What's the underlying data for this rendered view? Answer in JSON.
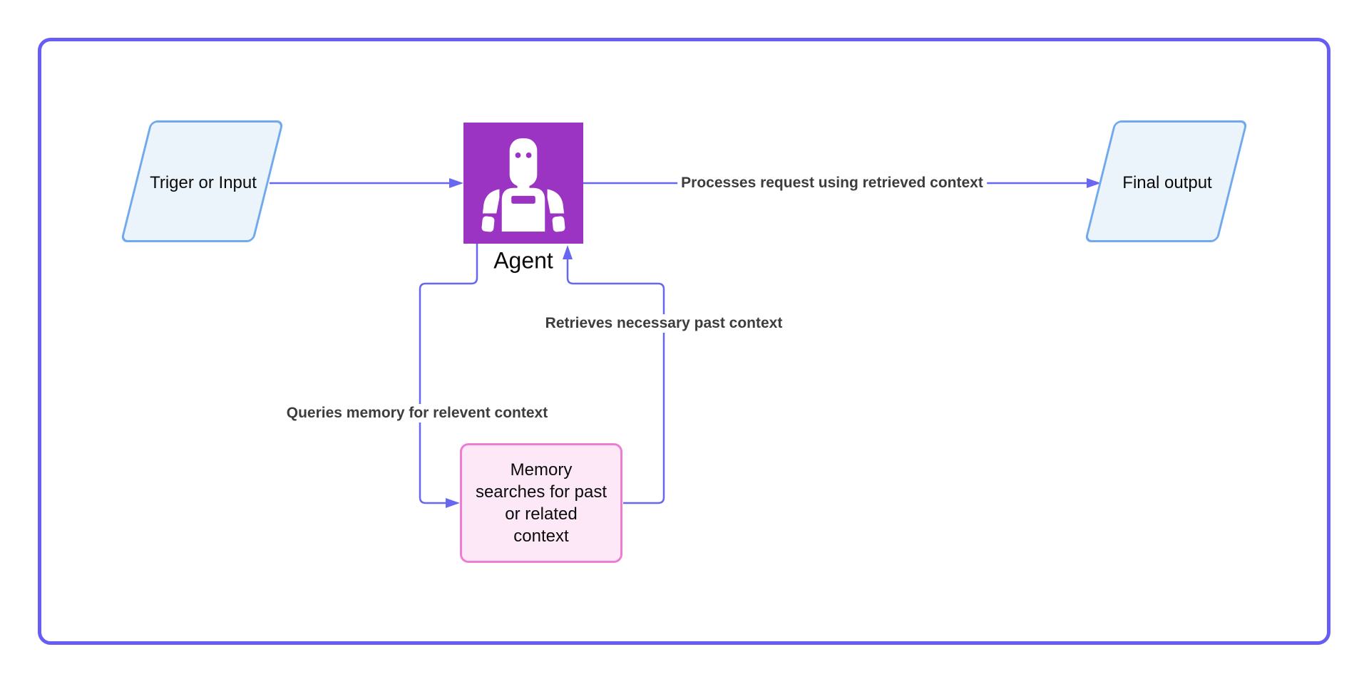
{
  "diagram": {
    "nodes": {
      "trigger": {
        "label": "Triger or Input",
        "shape": "parallelogram"
      },
      "agent": {
        "label": "Agent",
        "icon": "robot-icon"
      },
      "memory": {
        "lines": [
          "Memory",
          "searches for past",
          "or related",
          "context"
        ],
        "shape": "rounded-rectangle"
      },
      "final": {
        "label": "Final output",
        "shape": "parallelogram"
      }
    },
    "edges": {
      "trigger_to_agent": {
        "label": ""
      },
      "agent_to_final": {
        "label": "Processes request using retrieved context"
      },
      "agent_to_memory": {
        "label": "Queries memory for relevent context"
      },
      "memory_to_agent": {
        "label": "Retrieves necessary past context"
      }
    },
    "colors": {
      "frame_border": "#685CF7",
      "edge": "#6767F1",
      "edge_label_text": "#3D3D3D",
      "node_blue_fill": "#EBF3FB",
      "node_blue_border": "#70A9EE",
      "memory_fill": "#FCE8F7",
      "memory_border": "#EF7CD3",
      "agent_fill": "#9B34C3",
      "agent_glyph": "#FFFFFF"
    }
  }
}
